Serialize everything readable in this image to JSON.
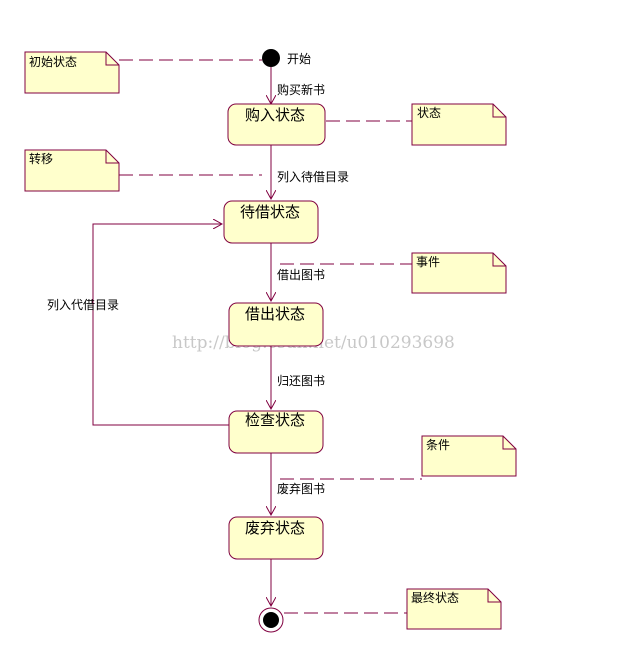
{
  "colors": {
    "line": "#800040",
    "state_fill": "#ffffcc",
    "state_stroke": "#800040",
    "note_fill": "#ffffcc",
    "note_stroke": "#800040"
  },
  "start": {
    "label": "开始"
  },
  "states": {
    "purchased": "购入状态",
    "waiting": "待借状态",
    "lent": "借出状态",
    "inspect": "检查状态",
    "discarded": "废弃状态"
  },
  "transitions": {
    "buy_book": "购买新书",
    "list_waiting": "列入待借目录",
    "lend_book": "借出图书",
    "return_book": "归还图书",
    "discard_book": "废弃图书",
    "list_backup": "列入代借目录"
  },
  "notes": {
    "initial_state": "初始状态",
    "state": "状态",
    "transition": "转移",
    "event": "事件",
    "condition": "条件",
    "final_state": "最终状态"
  },
  "watermark": "http://blog.csdn.net/u010293698"
}
